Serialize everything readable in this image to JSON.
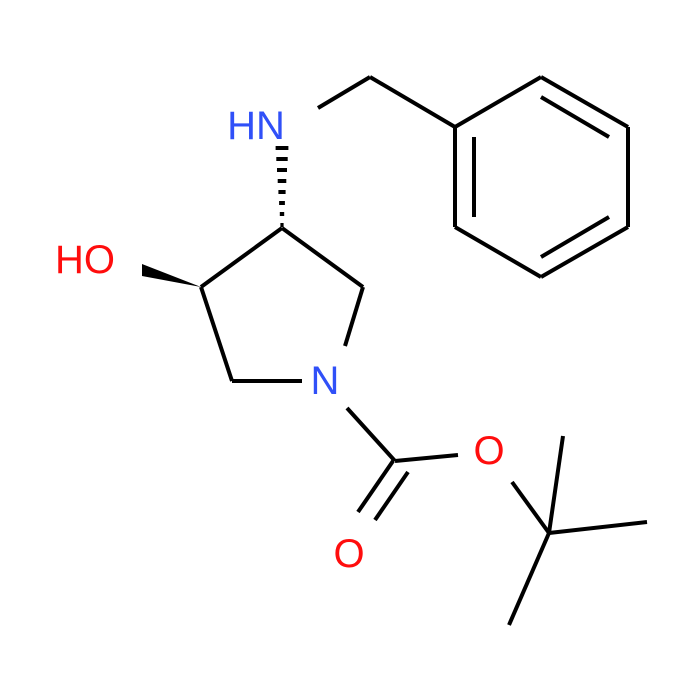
{
  "atoms": {
    "hn": {
      "text": "HN"
    },
    "ho": {
      "text": "HO"
    },
    "n_ring": {
      "text": "N"
    },
    "o_ester": {
      "text": "O"
    },
    "o_carbonyl": {
      "text": "O"
    }
  },
  "colors": {
    "bond": "#000000",
    "nitrogen": "#3050F8",
    "oxygen": "#FF0D0D"
  }
}
